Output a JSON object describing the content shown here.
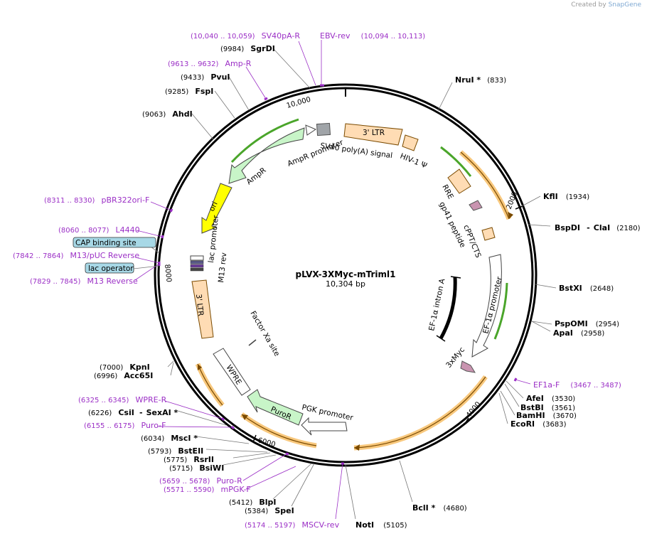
{
  "credit": {
    "prefix": "Created by",
    "brand": "SnapGene"
  },
  "plasmid": {
    "name": "pLVX-3XMyc-mTriml1",
    "length": "10,304 bp"
  },
  "ticks": [
    "2000",
    "4000",
    "6000",
    "8000",
    "10,000"
  ],
  "colors": {
    "backbone": "#000000",
    "ltr": "#ffdcb4",
    "ampr": "#c8f5c8",
    "ori": "#ffff00",
    "puror": "#c8f5c8",
    "orf": "#f5b046",
    "primer": "#9b2fc6",
    "badge": "#a7d8e6"
  },
  "sites": {
    "nrui": {
      "name": "NruI *",
      "pos": "(833)"
    },
    "kfli": {
      "name": "KflI",
      "pos": "(1934)"
    },
    "bspdi": {
      "name": "BspDI",
      "dash": "-",
      "name2": "ClaI",
      "pos": "(2180)"
    },
    "bstxi": {
      "name": "BstXI",
      "pos": "(2648)"
    },
    "pspomi": {
      "name": "PspOMI",
      "pos": "(2954)"
    },
    "apai": {
      "name": "ApaI",
      "pos": "(2958)"
    },
    "afei": {
      "name": "AfeI",
      "pos": "(3530)"
    },
    "bstbi": {
      "name": "BstBI",
      "pos": "(3561)"
    },
    "bamhi": {
      "name": "BamHI",
      "pos": "(3670)"
    },
    "ecori": {
      "name": "EcoRI",
      "pos": "(3683)"
    },
    "bcli": {
      "name": "BclI *",
      "pos": "(4680)"
    },
    "noti": {
      "name": "NotI",
      "pos": "(5105)"
    },
    "spei": {
      "name": "SpeI",
      "pos": "(5384)"
    },
    "blpi": {
      "name": "BlpI",
      "pos": "(5412)"
    },
    "bsiwi": {
      "name": "BsiWI",
      "pos": "(5715)"
    },
    "rsrii": {
      "name": "RsrII",
      "pos": "(5775)"
    },
    "bsteii": {
      "name": "BstEII",
      "pos": "(5793)"
    },
    "msci": {
      "name": "MscI *",
      "pos": "(6034)"
    },
    "csii": {
      "name": "CsiI",
      "dash": "-",
      "name2": "SexAI *",
      "pos": "(6226)"
    },
    "acc65i": {
      "name": "Acc65I",
      "pos": "(6996)"
    },
    "kpni": {
      "name": "KpnI",
      "pos": "(7000)"
    },
    "ahdi": {
      "name": "AhdI",
      "pos": "(9063)"
    },
    "fspi": {
      "name": "FspI",
      "pos": "(9285)"
    },
    "pvui": {
      "name": "PvuI",
      "pos": "(9433)"
    },
    "sgrdi": {
      "name": "SgrDI",
      "pos": "(9984)"
    }
  },
  "primers": {
    "sv40pa": {
      "range": "(10,040 .. 10,059)",
      "name": "SV40pA-R"
    },
    "ebv": {
      "name": "EBV-rev",
      "range": "(10,094 .. 10,113)"
    },
    "ampr": {
      "range": "(9613 .. 9632)",
      "name": "Amp-R"
    },
    "pbr322": {
      "range": "(8311 .. 8330)",
      "name": "pBR322ori-F"
    },
    "l4440": {
      "range": "(8060 .. 8077)",
      "name": "L4440"
    },
    "m13puc": {
      "range": "(7842 .. 7864)",
      "name": "M13/pUC Reverse"
    },
    "m13rev": {
      "range": "(7829 .. 7845)",
      "name": "M13 Reverse"
    },
    "ef1a": {
      "name": "EF1a-F",
      "range": "(3467 .. 3487)"
    },
    "wpre": {
      "range": "(6325 .. 6345)",
      "name": "WPRE-R"
    },
    "purof": {
      "range": "(6155 .. 6175)",
      "name": "Puro-F"
    },
    "puror": {
      "range": "(5659 .. 5678)",
      "name": "Puro-R"
    },
    "mpgk": {
      "range": "(5571 .. 5590)",
      "name": "mPGK-F"
    },
    "mscv": {
      "range": "(5174 .. 5197)",
      "name": "MSCV-rev"
    }
  },
  "badges": {
    "cap": "CAP binding site",
    "lac": "lac operator"
  },
  "features": {
    "ltr3_top": "3' LTR",
    "sv40": "SV40 poly(A) signal",
    "hiv": "HIV-1 Ψ",
    "ampr_promoter": "AmpR promoter",
    "ampr": "AmpR",
    "ori": "ori",
    "rre": "RRE",
    "gp41": "gp41 peptide",
    "cppt": "cPPT/CTS",
    "lac_promoter": "lac promoter",
    "m13rev": "M13 rev",
    "ltr3_left": "3' LTR",
    "factor_xa": "Factor Xa site",
    "wpre": "WPRE",
    "puror": "PuroR",
    "pgk": "PGK promoter",
    "ef1a_intron": "EF-1α intron A",
    "ef1a_promoter": "EF-1α promoter",
    "myc": "3xMyc"
  }
}
